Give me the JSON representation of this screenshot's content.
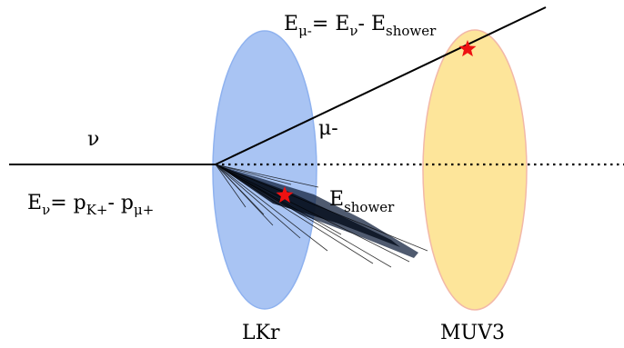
{
  "labels": {
    "nu": "ν",
    "muon": "μ-",
    "e_mu_lhs_main": "E",
    "e_mu_lhs_sub": "μ-",
    "e_mu_eq": "= E",
    "e_mu_nu_sub": "ν",
    "e_mu_minus": "- E",
    "e_mu_shower_sub": "shower",
    "e_nu_main": "E",
    "e_nu_sub": "ν",
    "e_nu_eq": "= p",
    "e_nu_k_sub": "K+",
    "e_nu_minus": "- p",
    "e_nu_mu_sub": "μ+",
    "e_shower_main": "E",
    "e_shower_sub": "shower",
    "detector_lkr": "LKr",
    "detector_muv3": "MUV3"
  },
  "colors": {
    "lkr_fill": "#a9c4f3",
    "lkr_stroke": "#8fb2ef",
    "muv3_fill": "#fde59a",
    "muv3_stroke": "#f2b8a8",
    "star": "#ee1111",
    "line": "#000000"
  }
}
